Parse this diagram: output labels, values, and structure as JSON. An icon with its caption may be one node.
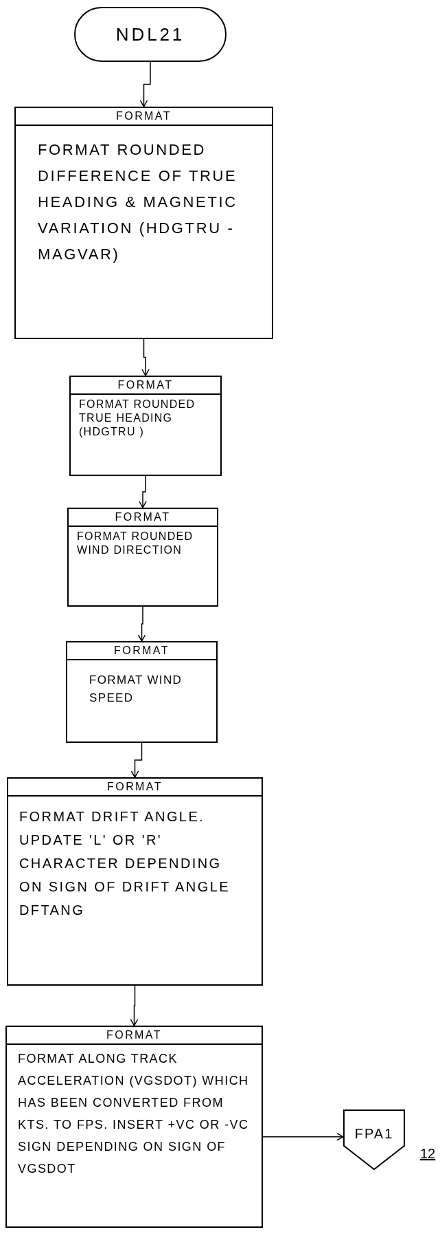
{
  "diagram": {
    "nodes": [
      {
        "text": [
          "NDL21"
        ]
      },
      {
        "text": [
          "FORMAT",
          "FORMAT ROUNDED DIFFERENCE OF TRUE HEADING & MAGNETIC VARIATION (HDGTRU - MAGVAR)"
        ]
      },
      {
        "text": [
          "FORMAT",
          "FORMAT ROUNDED TRUE HEADING (HDGTRU )"
        ]
      },
      {
        "text": [
          "FORMAT",
          "FORMAT ROUNDED WIND DIRECTION"
        ]
      },
      {
        "text": [
          "FORMAT",
          "FORMAT WIND SPEED"
        ]
      },
      {
        "text": [
          "FORMAT",
          "FORMAT DRIFT ANGLE. UPDATE 'L' OR 'R' CHARACTER DEPENDING ON SIGN OF DRIFT ANGLE DFTANG"
        ]
      },
      {
        "text": [
          "FORMAT",
          "FORMAT ALONG TRACK ACCELERATION (VGSDOT) WHICH HAS BEEN CONVERTED FROM KTS. TO FPS. INSERT +VC OR -VC SIGN DEPENDING ON SIGN OF VGSDOT"
        ]
      },
      {
        "text": [
          "FPA1"
        ]
      }
    ],
    "edges": [
      {
        "from": 0,
        "to": 1,
        "arrow": "to"
      },
      {
        "from": 1,
        "to": 2,
        "arrow": "to"
      },
      {
        "from": 2,
        "to": 3,
        "arrow": "to"
      },
      {
        "from": 3,
        "to": 4,
        "arrow": "to"
      },
      {
        "from": 4,
        "to": 5,
        "arrow": "to"
      },
      {
        "from": 5,
        "to": 6,
        "arrow": "to"
      },
      {
        "from": 6,
        "to": 7,
        "arrow": "to"
      }
    ],
    "labels": [
      "12"
    ]
  }
}
